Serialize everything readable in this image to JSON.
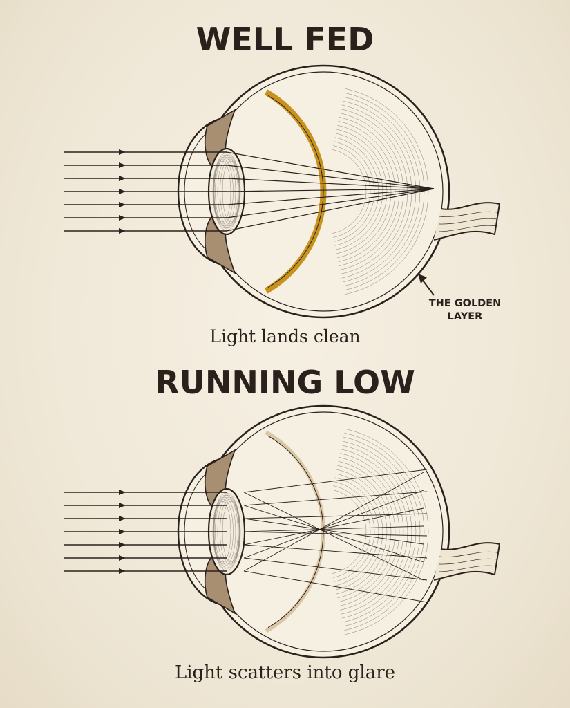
{
  "panels": [
    {
      "id": "well-fed",
      "heading": "WELL FED",
      "caption": "Light lands clean",
      "state": "focused",
      "retina_color": "#c8921e"
    },
    {
      "id": "running-low",
      "heading": "RUNNING LOW",
      "caption": "Light scatters into glare",
      "state": "scattered",
      "retina_color": "#d9c7a6"
    }
  ],
  "annotation": {
    "line1": "THE GOLDEN",
    "line2": "LAYER",
    "icon": "arrow-up-left-icon"
  },
  "colors": {
    "ink": "#2b211c",
    "paper": "#f1eadb",
    "golden_layer": "#c8921e",
    "pale_layer": "#d9c7a6"
  }
}
